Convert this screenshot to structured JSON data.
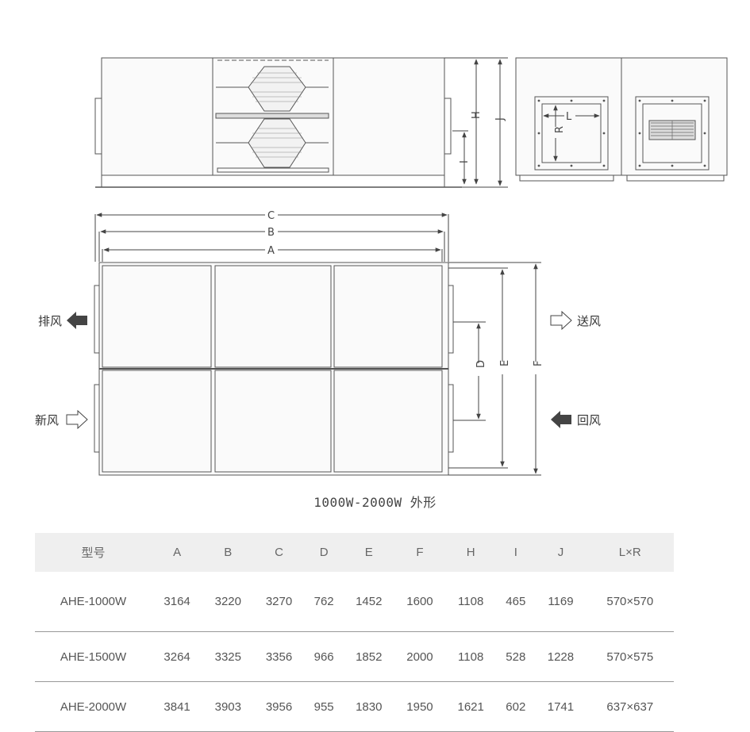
{
  "labels": {
    "exhaust": "排风",
    "fresh": "新风",
    "supply": "送风",
    "return": "回风"
  },
  "dims": {
    "A": "A",
    "B": "B",
    "C": "C",
    "D": "D",
    "E": "E",
    "F": "F",
    "H": "H",
    "I": "I",
    "J": "J",
    "L": "L",
    "R": "R"
  },
  "caption": "1000W-2000W 外形",
  "table": {
    "headers": [
      "型号",
      "A",
      "B",
      "C",
      "D",
      "E",
      "F",
      "H",
      "I",
      "J",
      "L×R"
    ],
    "rows": [
      [
        "AHE-1000W",
        "3164",
        "3220",
        "3270",
        "762",
        "1452",
        "1600",
        "1108",
        "465",
        "1169",
        "570×570"
      ],
      [
        "AHE-1500W",
        "3264",
        "3325",
        "3356",
        "966",
        "1852",
        "2000",
        "1108",
        "528",
        "1228",
        "570×575"
      ],
      [
        "AHE-2000W",
        "3841",
        "3903",
        "3956",
        "955",
        "1830",
        "1950",
        "1621",
        "602",
        "1741",
        "637×637"
      ]
    ]
  },
  "colors": {
    "line": "#555555",
    "arrow_fill": "#444444",
    "header_bg": "#efefef"
  }
}
